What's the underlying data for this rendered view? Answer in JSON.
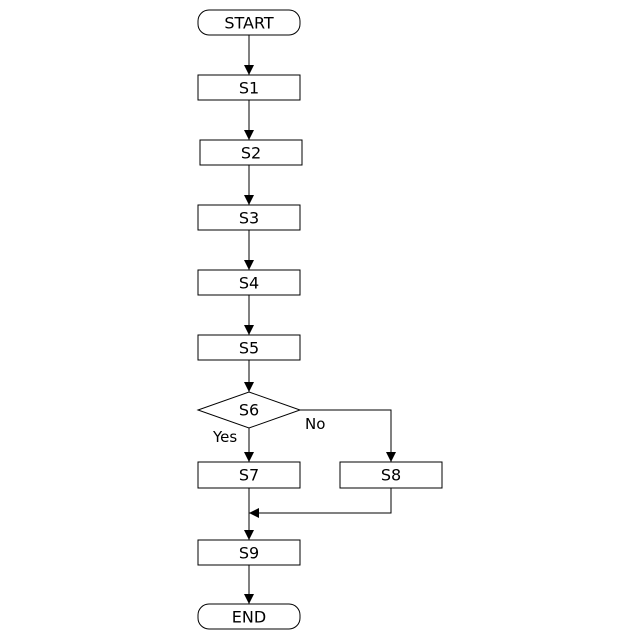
{
  "start": {
    "label": "START"
  },
  "steps": {
    "s1": "S1",
    "s2": "S2",
    "s3": "S3",
    "s4": "S4",
    "s5": "S5",
    "s7": "S7",
    "s8": "S8",
    "s9": "S9"
  },
  "decision": {
    "label": "S6",
    "yes_label": "Yes",
    "no_label": "No"
  },
  "end": {
    "label": "END"
  },
  "colors": {
    "stroke": "#000000",
    "background": "#ffffff"
  }
}
